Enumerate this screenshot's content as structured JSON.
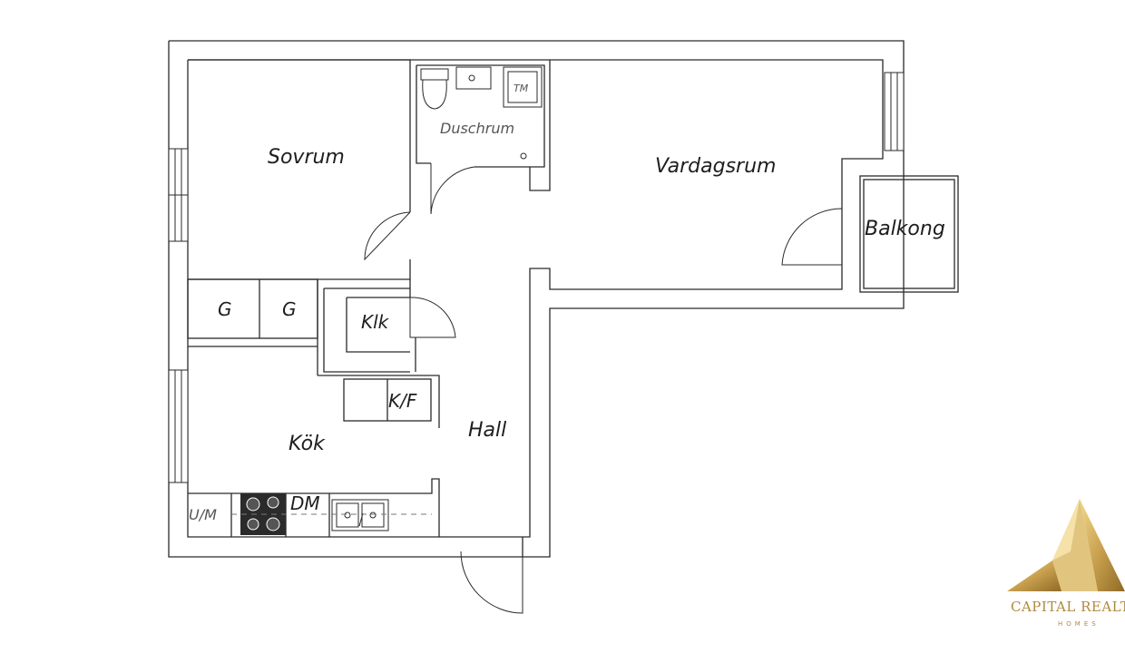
{
  "rooms": {
    "sovrum": "Sovrum",
    "duschrum": "Duschrum",
    "tm": "TM",
    "vardagsrum": "Vardagsrum",
    "balkong": "Balkong",
    "g1": "G",
    "g2": "G",
    "klk": "Klk",
    "kf": "K/F",
    "kok": "Kök",
    "hall": "Hall",
    "um": "U/M",
    "dm": "DM"
  },
  "brand": {
    "name": "CAPITAL REALTI",
    "sub": "HOMES",
    "color": "#b08a3e"
  }
}
